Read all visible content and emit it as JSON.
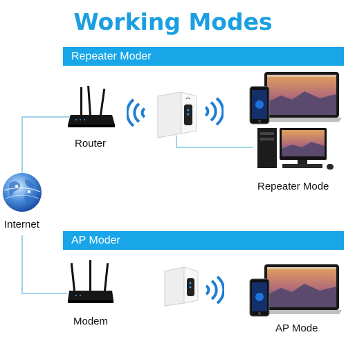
{
  "title": "Working Modes",
  "sections": [
    {
      "banner": "Repeater Moder",
      "source_label": "Router",
      "destination_label": "Repeater Mode"
    },
    {
      "banner": "AP Moder",
      "source_label": "Modem",
      "destination_label": "AP Mode"
    }
  ],
  "internet_label": "Internet",
  "colors": {
    "title": "#1a9fe0",
    "banner": "#18a6e8",
    "wifi_waves": "#1f7fd4",
    "connector": "#9fd3ea"
  },
  "icons": [
    "globe-icon",
    "router-icon",
    "wifi-waves-icon",
    "wifi-extender-icon",
    "laptop-icon",
    "smartphone-icon",
    "desktop-computer-icon"
  ]
}
